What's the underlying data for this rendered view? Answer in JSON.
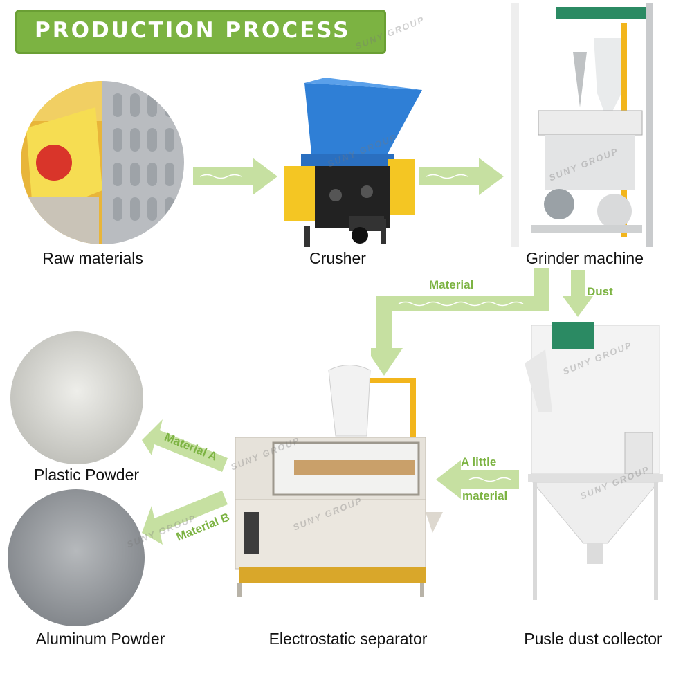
{
  "header": {
    "title": "PRODUCTION PROCESS"
  },
  "watermark": {
    "text": "SUNY GROUP"
  },
  "steps": {
    "raw_materials": "Raw materials",
    "crusher": "Crusher",
    "grinder": "Grinder machine",
    "plastic_powder": "Plastic Powder",
    "aluminum_powder": "Aluminum Powder",
    "separator": "Electrostatic separator",
    "dust_collector": "Pusle dust collector"
  },
  "flow_labels": {
    "material": "Material",
    "dust": "Dust",
    "a_little": "A little",
    "material_lower": "material",
    "material_a": "Material A",
    "material_b": "Material B"
  },
  "colors": {
    "accent_green": "#7cb342",
    "arrow_green": "#c6e0a1",
    "crusher_blue": "#2f7fd6",
    "crusher_yellow": "#f4c623",
    "pipe_yellow": "#f2b51c"
  }
}
